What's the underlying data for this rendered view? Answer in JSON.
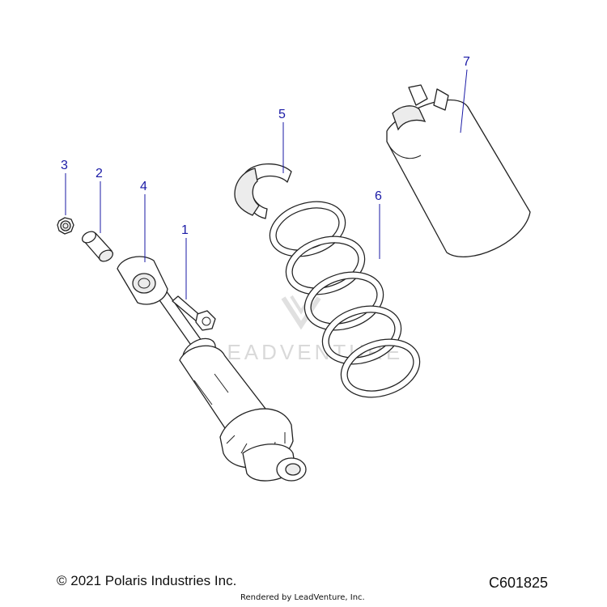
{
  "callouts": [
    {
      "number": "1",
      "part": "bolt"
    },
    {
      "number": "2",
      "part": "bushing"
    },
    {
      "number": "3",
      "part": "nut"
    },
    {
      "number": "4",
      "part": "shock-absorber"
    },
    {
      "number": "5",
      "part": "spring-retainer"
    },
    {
      "number": "6",
      "part": "coil-spring"
    },
    {
      "number": "7",
      "part": "shock-cover"
    }
  ],
  "watermark": "LEADVENTURE",
  "footer": {
    "copyright": "© 2021 Polaris Industries Inc.",
    "figure_id": "C601825",
    "rendered_by": "Rendered by LeadVenture, Inc."
  },
  "colors": {
    "callout": "#1a1aa6",
    "line": "#222222",
    "watermark": "#d9d9d9"
  }
}
